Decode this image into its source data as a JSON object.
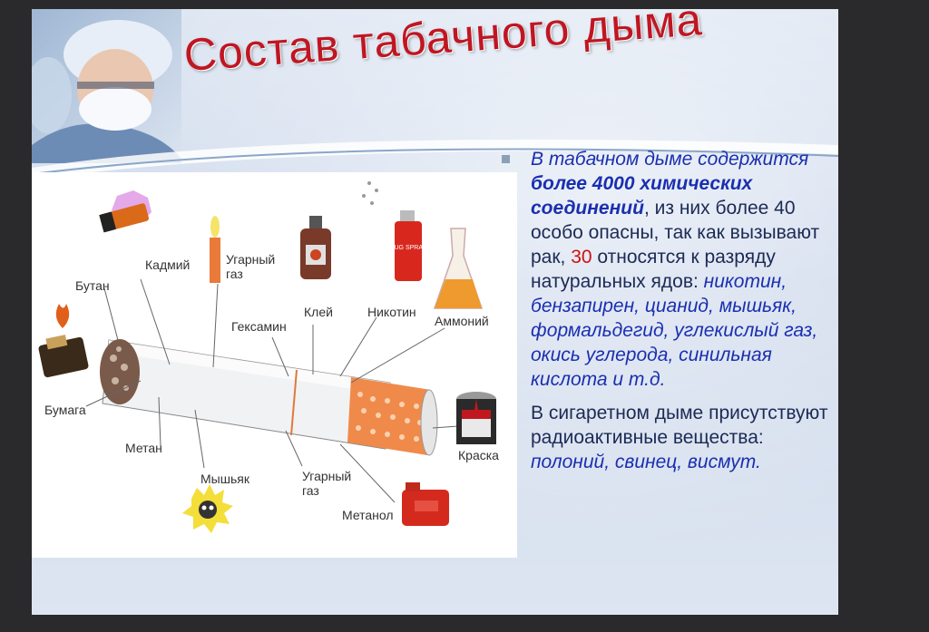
{
  "title": "Состав табачного дыма",
  "labels": {
    "kadmiy": "Кадмий",
    "ugarny_gaz_1": "Угарный",
    "ugarny_gaz_2": "газ",
    "butan": "Бутан",
    "kley": "Клей",
    "nikotin": "Никотин",
    "ammoniy": "Аммоний",
    "geksamin": "Гексамин",
    "bumaga": "Бумага",
    "metan": "Метан",
    "kraska": "Краска",
    "myshyak": "Мышьяк",
    "ugarny_gaz_b1": "Угарный",
    "ugarny_gaz_b2": "газ",
    "metanol": "Метанол"
  },
  "spray_can_text": "BUG SPRAY",
  "text": {
    "p1_a": "В табачном дыме содержится ",
    "p1_b": "более 4000 химических соединений",
    "p1_c": ", из них более 40 особо опасны, так как вызывают рак, ",
    "p1_d": "30",
    "p1_e": " относятся к разряду натуральных ядов: ",
    "p1_f": "никотин, бензапирен, цианид, мышьяк, формальдегид, углекислый газ, окись углерода, синильная кислота и т.д.",
    "p2_a": "В сигаретном дыме присутствуют радиоактивные вещества: ",
    "p2_b": "полоний, свинец, висмут."
  },
  "colors": {
    "title": "#c01622",
    "emphasis": "#1a2fb0",
    "number": "#cc1111",
    "body": "#1c2a55"
  }
}
